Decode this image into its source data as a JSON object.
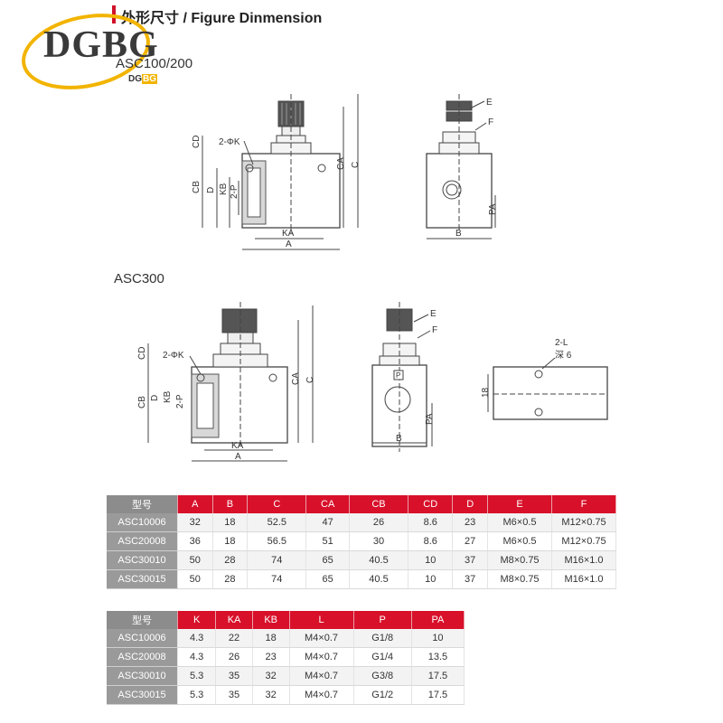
{
  "header": {
    "title": "外形尺寸 / Figure Dinmension"
  },
  "logo": {
    "text": "DGBG",
    "sub_left": "DG",
    "sub_right": "BG"
  },
  "sections": [
    {
      "label": "ASC100/200"
    },
    {
      "label": "ASC300"
    }
  ],
  "drawing_labels": {
    "cd": "CD",
    "cb": "CB",
    "d": "D",
    "kb": "KB",
    "p2": "2-P",
    "phik": "2-ΦK",
    "ka": "KA",
    "a": "A",
    "ca": "CA",
    "c": "C",
    "e": "E",
    "f": "F",
    "b": "B",
    "pa": "PA",
    "l2": "2-L",
    "depth": "深 6",
    "dim18": "18",
    "p_mark": "P"
  },
  "colors": {
    "accent": "#d8102a",
    "header_gray": "#8c8c8c",
    "logo_ring": "#f2b400"
  },
  "table1": {
    "headers": [
      "型号",
      "A",
      "B",
      "C",
      "CA",
      "CB",
      "CD",
      "D",
      "E",
      "F"
    ],
    "rows": [
      [
        "ASC10006",
        "32",
        "18",
        "52.5",
        "47",
        "26",
        "8.6",
        "23",
        "M6×0.5",
        "M12×0.75"
      ],
      [
        "ASC20008",
        "36",
        "18",
        "56.5",
        "51",
        "30",
        "8.6",
        "27",
        "M6×0.5",
        "M12×0.75"
      ],
      [
        "ASC30010",
        "50",
        "28",
        "74",
        "65",
        "40.5",
        "10",
        "37",
        "M8×0.75",
        "M16×1.0"
      ],
      [
        "ASC30015",
        "50",
        "28",
        "74",
        "65",
        "40.5",
        "10",
        "37",
        "M8×0.75",
        "M16×1.0"
      ]
    ]
  },
  "table2": {
    "headers": [
      "型号",
      "K",
      "KA",
      "KB",
      "L",
      "P",
      "PA"
    ],
    "rows": [
      [
        "ASC10006",
        "4.3",
        "22",
        "18",
        "M4×0.7",
        "G1/8",
        "10"
      ],
      [
        "ASC20008",
        "4.3",
        "26",
        "23",
        "M4×0.7",
        "G1/4",
        "13.5"
      ],
      [
        "ASC30010",
        "5.3",
        "35",
        "32",
        "M4×0.7",
        "G3/8",
        "17.5"
      ],
      [
        "ASC30015",
        "5.3",
        "35",
        "32",
        "M4×0.7",
        "G1/2",
        "17.5"
      ]
    ]
  }
}
